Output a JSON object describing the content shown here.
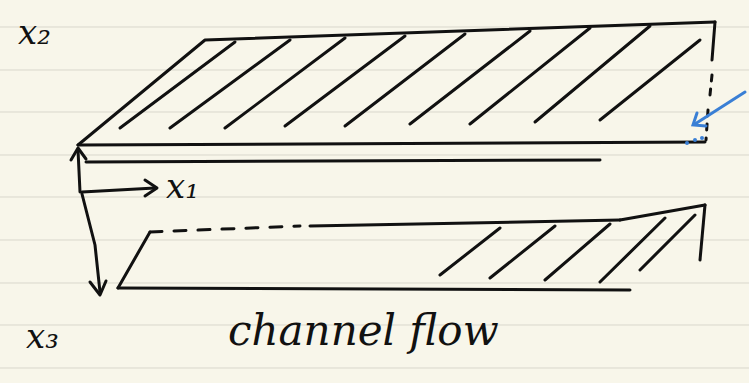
{
  "diagram": {
    "labels": [
      "x₂",
      "x₁",
      "x₃",
      "channel flow"
    ]
  }
}
